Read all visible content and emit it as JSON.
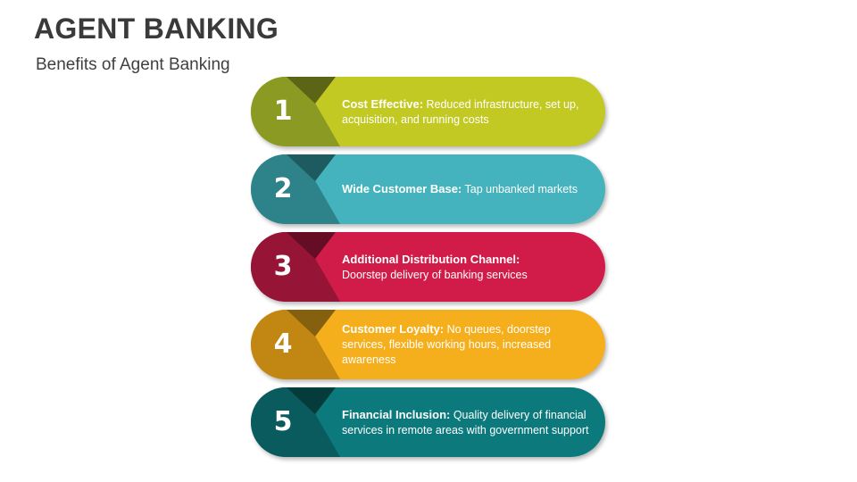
{
  "title": "AGENT BANKING",
  "subtitle": "Benefits of Agent Banking",
  "items": [
    {
      "number": "1",
      "heading": "Cost Effective:",
      "text": " Reduced infrastructure, set up, acquisition, and running costs",
      "color": "#c3c923",
      "cap_color": "#8b9a22",
      "fold_color": "#5b6515"
    },
    {
      "number": "2",
      "heading": "Wide Customer Base:",
      "text": " Tap unbanked markets",
      "color": "#44b3bd",
      "cap_color": "#2e828a",
      "fold_color": "#1d5b61"
    },
    {
      "number": "3",
      "heading": "Additional Distribution Channel:",
      "text": " Doorstep delivery of banking services",
      "color": "#d11c4a",
      "cap_color": "#961436",
      "fold_color": "#640d24"
    },
    {
      "number": "4",
      "heading": "Customer Loyalty:",
      "text": " No queues, doorstep services, flexible working hours, increased awareness",
      "color": "#f6af1c",
      "cap_color": "#c28712",
      "fold_color": "#84600f"
    },
    {
      "number": "5",
      "heading": "Financial Inclusion:",
      "text": " Quality delivery of financial services in remote areas with government support",
      "color": "#0c7a7c",
      "cap_color": "#0a5b5d",
      "fold_color": "#063b3c"
    }
  ]
}
